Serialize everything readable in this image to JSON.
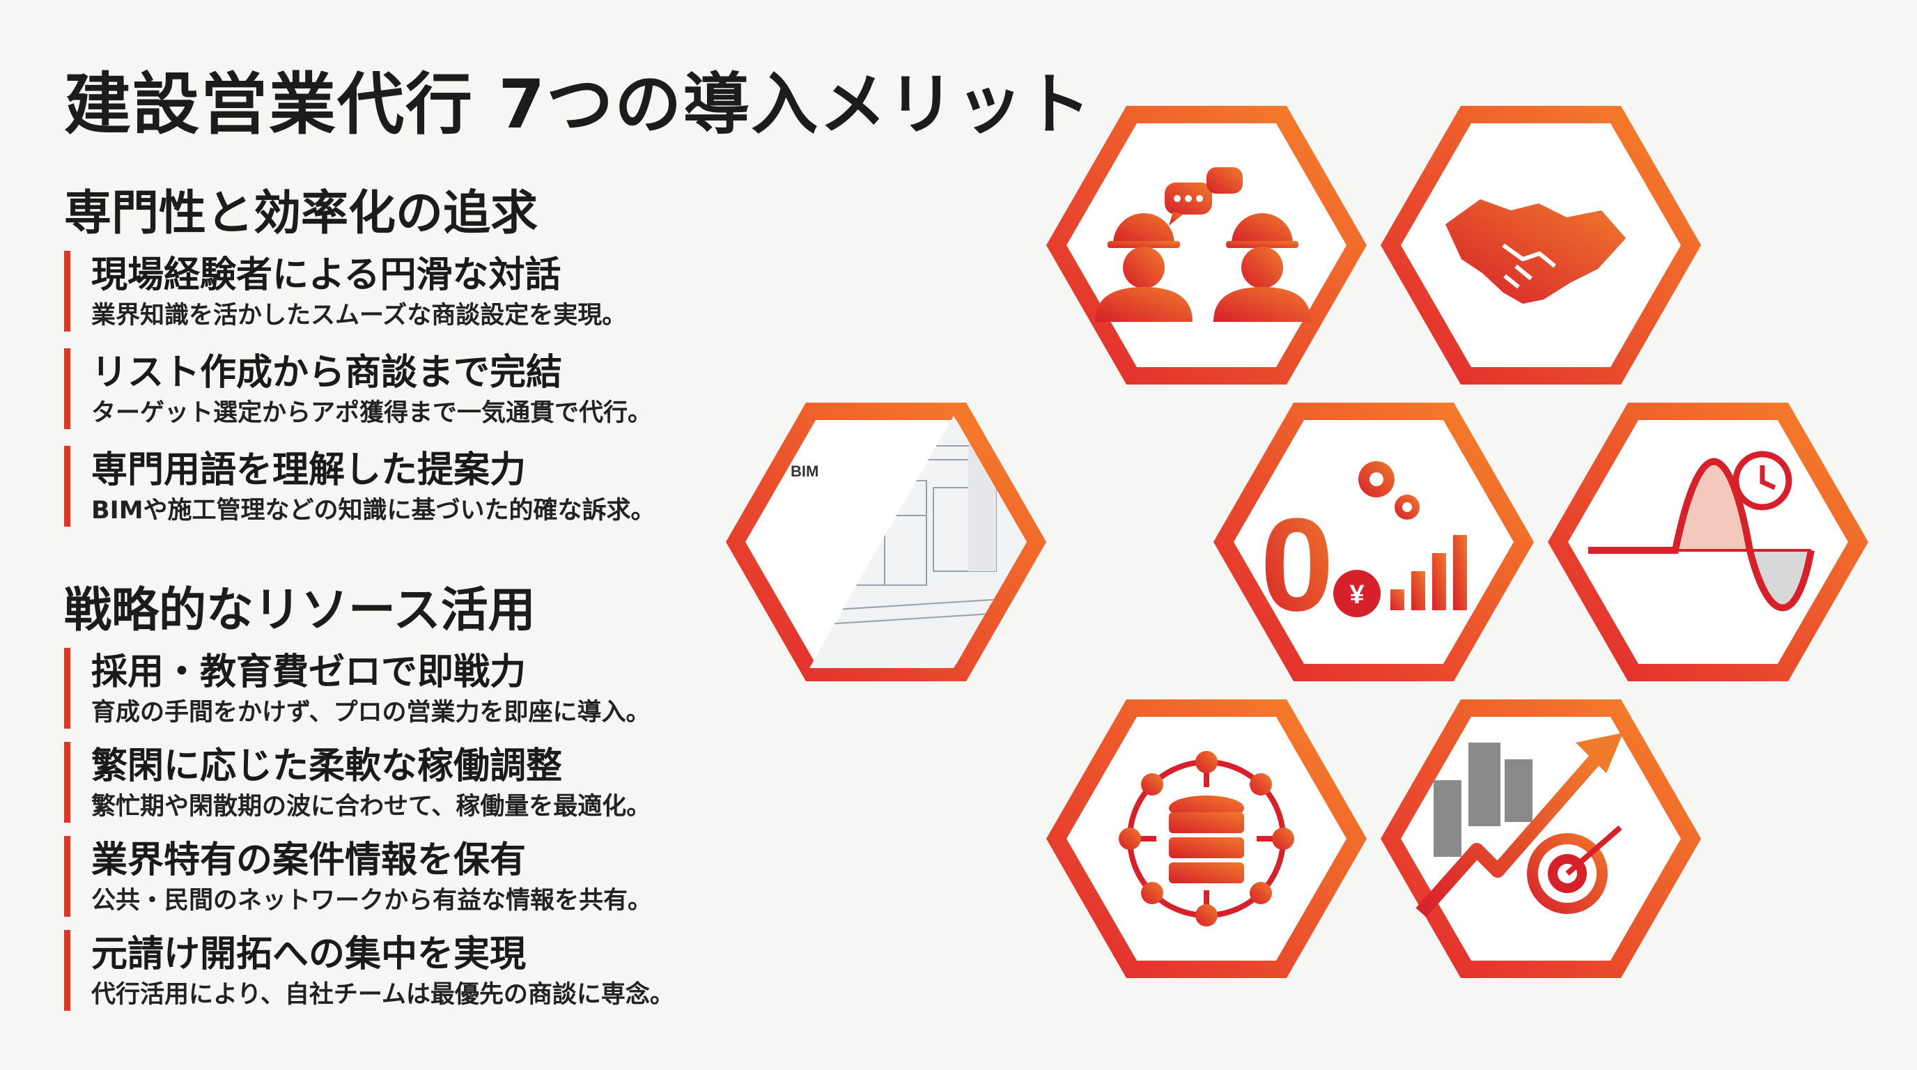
{
  "title": "建設営業代行 7つの導入メリット",
  "sections": [
    {
      "heading": "専門性と効率化の追求",
      "items": [
        {
          "title": "現場経験者による円滑な対話",
          "desc": "業界知識を活かしたスムーズな商談設定を実現。"
        },
        {
          "title": "リスト作成から商談まで完結",
          "desc": "ターゲット選定からアポ獲得まで一気通貫で代行。"
        },
        {
          "title": "専門用語を理解した提案力",
          "desc": "BIMや施工管理などの知識に基づいた的確な訴求。"
        }
      ]
    },
    {
      "heading": "戦略的なリソース活用",
      "items": [
        {
          "title": "採用・教育費ゼロで即戦力",
          "desc": "育成の手間をかけず、プロの営業力を即座に導入。"
        },
        {
          "title": "繁閑に応じた柔軟な稼働調整",
          "desc": "繁忙期や閑散期の波に合わせて、稼働量を最適化。"
        },
        {
          "title": "業界特有の案件情報を保有",
          "desc": "公共・民間のネットワークから有益な情報を共有。"
        },
        {
          "title": "元請け開拓への集中を実現",
          "desc": "代行活用により、自社チームは最優先の商談に専念。"
        }
      ]
    }
  ],
  "hexagons": [
    {
      "icon": "construction-workers-chat-icon"
    },
    {
      "icon": "handshake-icon"
    },
    {
      "icon": "blueprint-photo",
      "label": "BIM"
    },
    {
      "icon": "zero-cost-gears-chart-icon",
      "zero": "0",
      "yen": "¥"
    },
    {
      "icon": "demand-wave-clock-icon"
    },
    {
      "icon": "database-network-icon"
    },
    {
      "icon": "growth-arrow-target-icon"
    }
  ],
  "colors": {
    "accent": "#d83a2a",
    "hex_gradient_start": "#e0262e",
    "hex_gradient_end": "#f7862a"
  }
}
